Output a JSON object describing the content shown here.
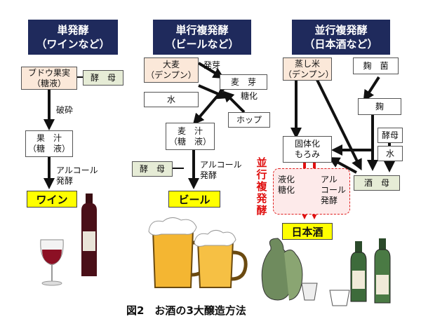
{
  "headers": {
    "single": {
      "line1": "単発酵",
      "line2": "（ワインなど）"
    },
    "multi": {
      "line1": "単行複発酵",
      "line2": "（ビールなど）"
    },
    "parallel": {
      "line1": "並行複発酵",
      "line2": "（日本酒など）"
    }
  },
  "wine": {
    "grape": {
      "line1": "ブドウ果実",
      "line2": "（糖液）"
    },
    "yeast": "酵　母",
    "crush": "破砕",
    "juice": {
      "line1": "果　汁",
      "line2": "（糖　液）"
    },
    "ferment": {
      "line1": "アルコール",
      "line2": "発酵"
    },
    "result": "ワイン"
  },
  "beer": {
    "barley": {
      "line1": "大麦",
      "line2": "（デンプン）"
    },
    "germ": "発芽",
    "malt": "麦　芽",
    "water": "水",
    "saccharify": "糖化",
    "hops": "ホップ",
    "wort": {
      "line1": "麦　汁",
      "line2": "（糖　液）"
    },
    "yeast": "酵　母",
    "ferment": {
      "line1": "アルコール",
      "line2": "発酵"
    },
    "result": "ビール"
  },
  "sake": {
    "rice": {
      "line1": "蒸し米",
      "line2": "（デンプン）"
    },
    "koji_mold": "麹　菌",
    "koji": "麹",
    "yeast": "酵母",
    "water": "水",
    "moromi": {
      "line1": "固体化",
      "line2": "もろみ"
    },
    "starter": "酒　母",
    "parallel_label": [
      "並",
      "行",
      "複",
      "発",
      "酵"
    ],
    "saccharify": {
      "line1": "液化",
      "line2": "糖化"
    },
    "ferment": {
      "line1": "アル",
      "line2": "コール",
      "line3": "発酵"
    },
    "result": "日本酒"
  },
  "caption": "図2　お酒の3大醸造方法",
  "colors": {
    "header_bg": "#1f2a5c",
    "result_bg": "#ffff00",
    "red": "#e01010",
    "beige": "#fbe8d9",
    "green": "#e6ecd6"
  }
}
